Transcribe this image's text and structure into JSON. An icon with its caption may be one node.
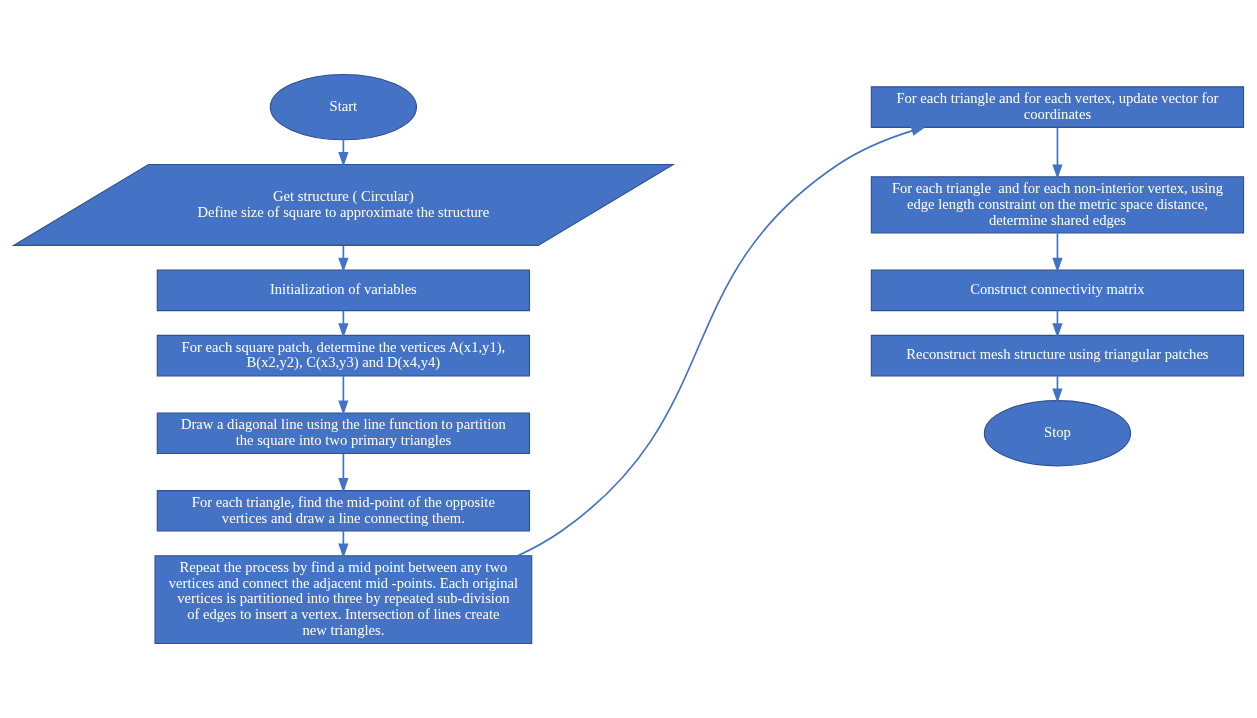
{
  "diagram": {
    "nodes": [
      {
        "text": [
          "Start"
        ]
      },
      {
        "text": [
          "Get structure ( Circular)",
          "Define size of square to approximate the structure"
        ]
      },
      {
        "text": [
          "Initialization of variables"
        ]
      },
      {
        "text": [
          "For each square patch, determine the vertices A(x1,y1), B(x2,y2), C(x3,y3) and D(x4,y4)"
        ]
      },
      {
        "text": [
          "Draw a diagonal line using the line function to partition the square into two primary triangles"
        ]
      },
      {
        "text": [
          "For each triangle, find the mid-point of the opposite vertices and draw a line connecting them."
        ]
      },
      {
        "text": [
          "Repeat the process by find a mid point between any two vertices and connect the adjacent mid -points. Each original vertices is partitioned into three by repeated sub-division of edges to insert a vertex. Intersection of lines create new triangles."
        ]
      },
      {
        "text": [
          "For each triangle and for each vertex, update vector for coordinates"
        ]
      },
      {
        "text": [
          "For each triangle  and for each non-interior vertex, using edge length constraint on the metric space distance, determine shared edges"
        ]
      },
      {
        "text": [
          "Construct connectivity matrix"
        ]
      },
      {
        "text": [
          "Reconstruct mesh structure using triangular patches"
        ]
      },
      {
        "text": [
          "Stop"
        ]
      }
    ],
    "edges": [
      {
        "from": 0,
        "to": 1,
        "arrow": "to"
      },
      {
        "from": 1,
        "to": 2,
        "arrow": "to"
      },
      {
        "from": 2,
        "to": 3,
        "arrow": "to"
      },
      {
        "from": 3,
        "to": 4,
        "arrow": "to"
      },
      {
        "from": 4,
        "to": 5,
        "arrow": "to"
      },
      {
        "from": 5,
        "to": 6,
        "arrow": "to"
      },
      {
        "from": 6,
        "to": 7,
        "arrow": "to"
      },
      {
        "from": 7,
        "to": 8,
        "arrow": "to"
      },
      {
        "from": 8,
        "to": 9,
        "arrow": "to"
      },
      {
        "from": 9,
        "to": 10,
        "arrow": "to"
      },
      {
        "from": 10,
        "to": 11,
        "arrow": "to"
      }
    ]
  }
}
